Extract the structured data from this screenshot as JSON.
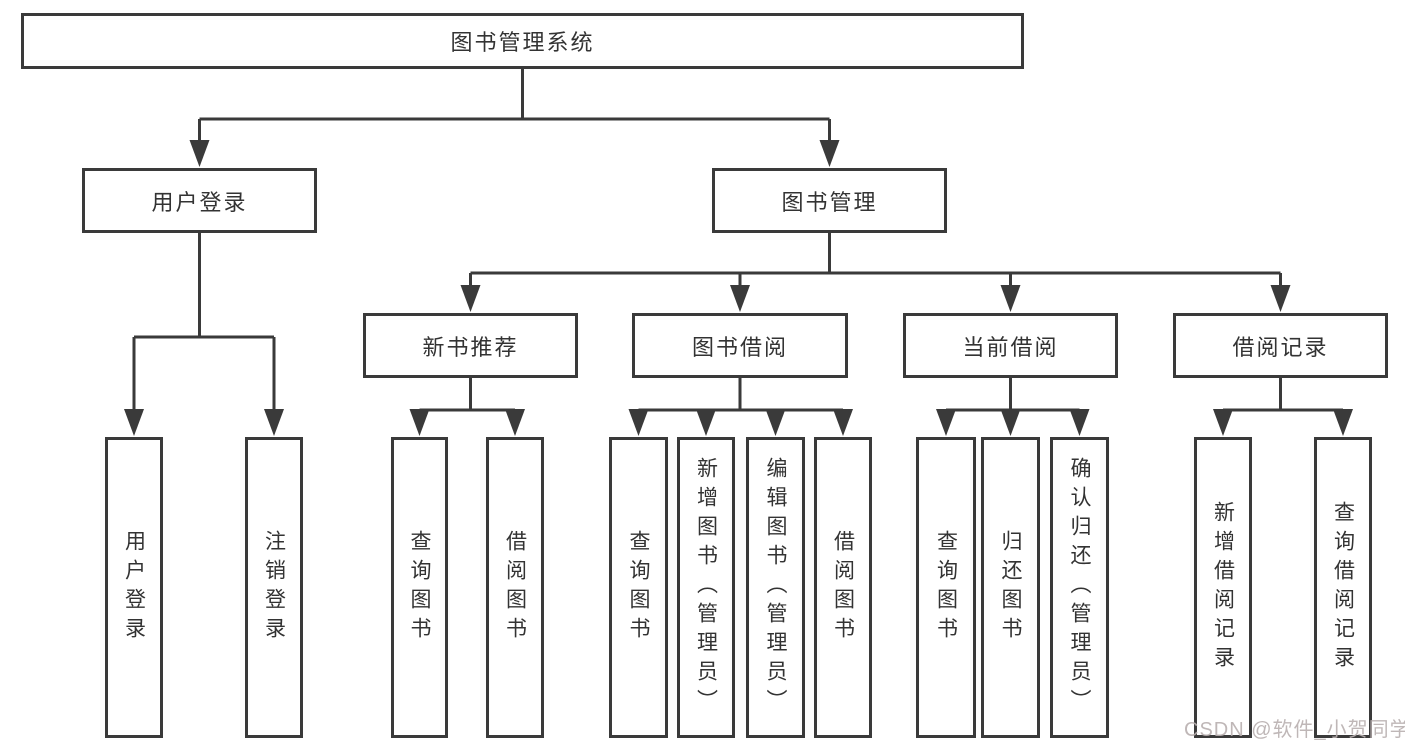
{
  "diagram": {
    "root": {
      "label": "图书管理系统"
    },
    "branches": [
      {
        "label": "用户登录",
        "children": [
          {
            "label": "用户登录"
          },
          {
            "label": "注销登录"
          }
        ]
      },
      {
        "label": "图书管理",
        "children": [
          {
            "label": "新书推荐",
            "children": [
              {
                "label": "查询图书"
              },
              {
                "label": "借阅图书"
              }
            ]
          },
          {
            "label": "图书借阅",
            "children": [
              {
                "label": "查询图书"
              },
              {
                "label": "新增图书（管理员）"
              },
              {
                "label": "编辑图书（管理员）"
              },
              {
                "label": "借阅图书"
              }
            ]
          },
          {
            "label": "当前借阅",
            "children": [
              {
                "label": "查询图书"
              },
              {
                "label": "归还图书"
              },
              {
                "label": "确认归还（管理员）"
              }
            ]
          },
          {
            "label": "借阅记录",
            "children": [
              {
                "label": "新增借阅记录"
              },
              {
                "label": "查询借阅记录"
              }
            ]
          }
        ]
      }
    ]
  },
  "watermark": {
    "text": "CSDN @软件_小贺同学"
  },
  "colors": {
    "line": "#3a3a3a",
    "text": "#333333",
    "background": "#ffffff",
    "watermark": "#b9b0b0"
  }
}
